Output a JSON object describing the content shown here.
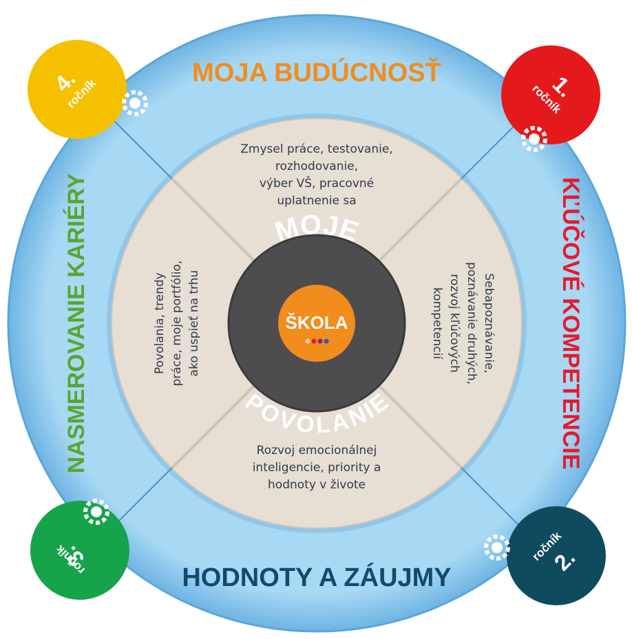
{
  "center": {
    "top_word": "MOJE",
    "logo_word": "ŠKOLA",
    "bottom_word": "POVOLANIE"
  },
  "sections": {
    "top": {
      "title": "MOJA BUDÚCNOSŤ",
      "lines": [
        "Zmysel práce, testovanie,",
        "rozhodovanie,",
        "výber VŠ, pracovné",
        "uplatnenie sa"
      ]
    },
    "right": {
      "title": "KĽÚČOVÉ KOMPETENCIE",
      "lines": [
        "Sebapoznávanie,",
        "poznávanie druhých,",
        "rozvoj kľúčových",
        "kompetencií"
      ]
    },
    "bottom": {
      "title": "HODNOTY A ZÁUJMY",
      "lines": [
        "Rozvoj emocionálnej",
        "inteligencie, priority a",
        "hodnoty v živote"
      ]
    },
    "left": {
      "title": "NASMEROVANIE KARIÉRY",
      "lines": [
        "Povolania, trendy",
        "práce, moje portfólio,",
        "ako uspieť na trhu"
      ]
    }
  },
  "badges": {
    "first": {
      "number": "1.",
      "word": "ročník"
    },
    "second": {
      "number": "2.",
      "word": "ročník"
    },
    "third": {
      "number": "3.",
      "word": "ročník"
    },
    "fourth": {
      "number": "4.",
      "word": "ročník"
    }
  },
  "colors": {
    "ring": "#9fd3f2",
    "ring_edge": "#6fb4e3",
    "inner": "#e7ded4",
    "hub": "#4d4d4f",
    "logo": "#f28c1c",
    "title_top": "#f28c1c",
    "title_right": "#e6192b",
    "title_bottom": "#124a6b",
    "title_left": "#5aa52e",
    "badge_1": "#e3191c",
    "badge_2": "#0f4a5e",
    "badge_3": "#16a34a",
    "badge_4": "#f5c000"
  }
}
